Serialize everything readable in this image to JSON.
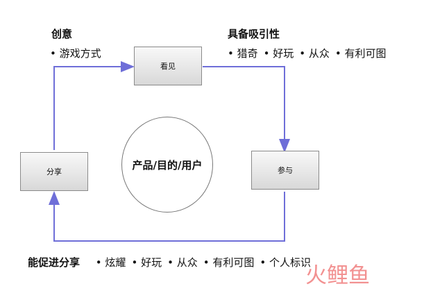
{
  "nodes": {
    "see": "看见",
    "participate": "参与",
    "share": "分享"
  },
  "center": "产品/目的/用户",
  "labels": {
    "creativity_title": "创意",
    "creativity_items": [
      "游戏方式"
    ],
    "attract_title": "具备吸引性",
    "attract_items": [
      "猎奇",
      "好玩",
      "从众",
      "有利可图"
    ],
    "share_title": "能促进分享",
    "share_items": [
      "炫耀",
      "好玩",
      "从众",
      "有利可图",
      "个人标识"
    ]
  },
  "colors": {
    "flow_line": "#6e6ed8",
    "node_border": "#8a8a8a",
    "watermark": "#f07a79"
  },
  "watermark": {
    "text": "火鲤鱼"
  }
}
